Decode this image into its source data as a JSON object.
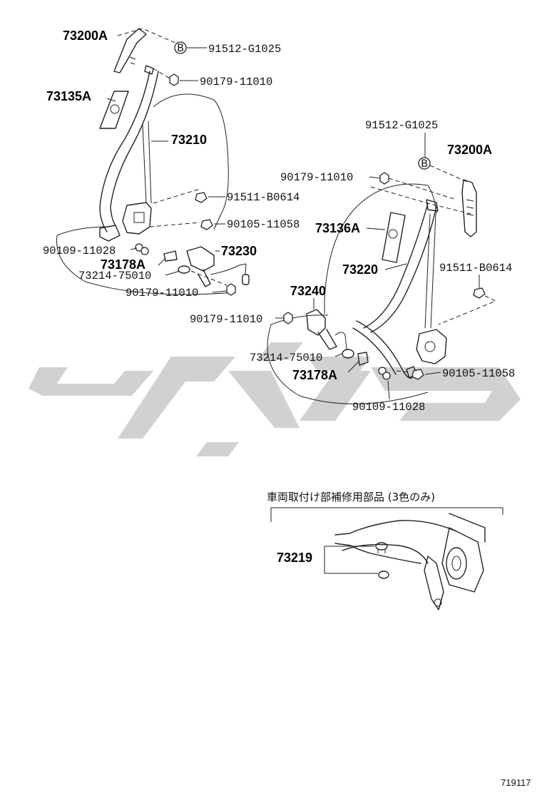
{
  "parts": {
    "p73200A_left": "73200A",
    "p91512_left": "91512-G1025",
    "p90179_top_left": "90179-11010",
    "p73135A": "73135A",
    "p73210": "73210",
    "p91511_left": "91511-B0614",
    "p90105_left": "90105-11058",
    "p90109_left": "90109-11028",
    "p73230": "73230",
    "p73178A_left": "73178A",
    "p73214_left": "73214-75010",
    "p90179_mid_left": "90179-11010",
    "p91512_right": "91512-G1025",
    "p73200A_right": "73200A",
    "p90179_top_right": "90179-11010",
    "p73136A": "73136A",
    "p73220": "73220",
    "p91511_right": "91511-B0614",
    "p73240": "73240",
    "p90179_mid_right": "90179-11010",
    "p73214_right": "73214-75010",
    "p73178A_right": "73178A",
    "p90105_right": "90105-11058",
    "p90109_right": "90109-11028",
    "p73219": "73219"
  },
  "callout_b": "B",
  "inset_caption": "車両取付け部補修用部品 (3色のみ)",
  "figure_number": "719117"
}
